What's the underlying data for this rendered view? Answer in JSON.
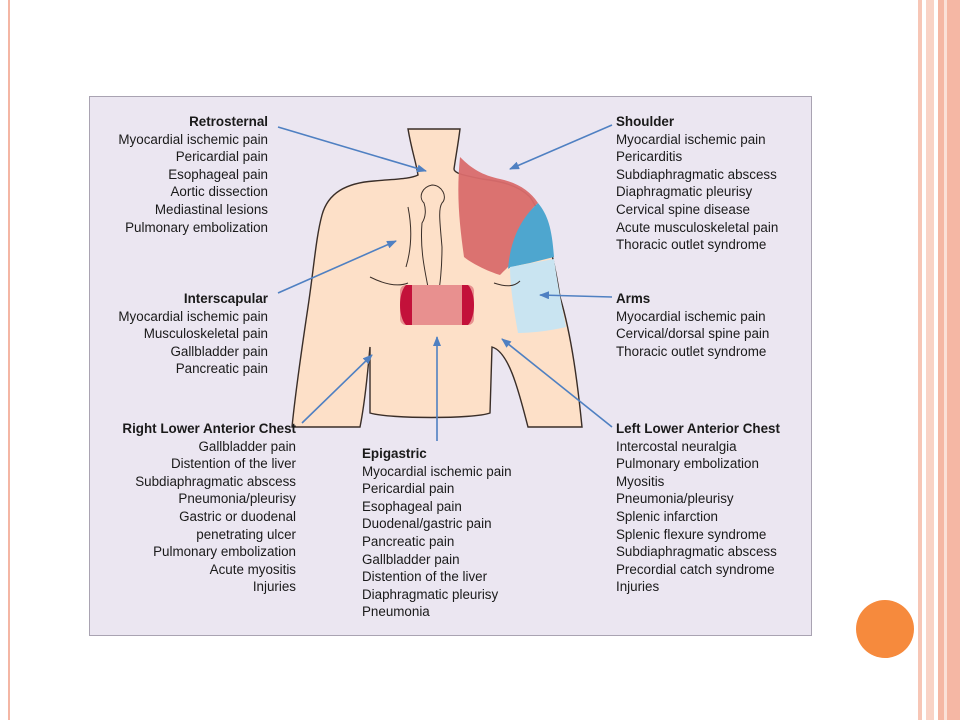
{
  "diagram": {
    "retrosternal": {
      "title": "Retrosternal",
      "items": [
        "Myocardial ischemic pain",
        "Pericardial pain",
        "Esophageal pain",
        "Aortic dissection",
        "Mediastinal lesions",
        "Pulmonary embolization"
      ]
    },
    "shoulder": {
      "title": "Shoulder",
      "items": [
        "Myocardial ischemic pain",
        "Pericarditis",
        "Subdiaphragmatic abscess",
        "Diaphragmatic pleurisy",
        "Cervical spine disease",
        "Acute musculoskeletal pain",
        "Thoracic outlet syndrome"
      ]
    },
    "interscapular": {
      "title": "Interscapular",
      "items": [
        "Myocardial ischemic pain",
        "Musculoskeletal pain",
        "Gallbladder pain",
        "Pancreatic pain"
      ]
    },
    "arms": {
      "title": "Arms",
      "items": [
        "Myocardial ischemic pain",
        "Cervical/dorsal spine pain",
        "Thoracic outlet syndrome"
      ]
    },
    "right_lower": {
      "title": "Right Lower Anterior Chest",
      "items": [
        "Gallbladder pain",
        "Distention of the liver",
        "Subdiaphragmatic abscess",
        "Pneumonia/pleurisy",
        "Gastric or duodenal",
        "penetrating ulcer",
        "Pulmonary embolization",
        "Acute myositis",
        "Injuries"
      ]
    },
    "epigastric": {
      "title": "Epigastric",
      "items": [
        "Myocardial ischemic pain",
        "Pericardial pain",
        "Esophageal pain",
        "Duodenal/gastric pain",
        "Pancreatic pain",
        "Gallbladder pain",
        "Distention of the liver",
        "Diaphragmatic pleurisy",
        "Pneumonia"
      ]
    },
    "left_lower": {
      "title": "Left Lower Anterior Chest",
      "items": [
        "Intercostal neuralgia",
        "Pulmonary embolization",
        "Myositis",
        "Pneumonia/pleurisy",
        "Splenic infarction",
        "Splenic flexure syndrome",
        "Subdiaphragmatic abscess",
        "Precordial catch syndrome",
        "Injuries"
      ]
    },
    "colors": {
      "background": "#ebe6f1",
      "skin": "#fde0c8",
      "shoulder_region": "#d96b6b",
      "shoulder_band": "#4ea6cf",
      "arm_region": "#c9e4f1",
      "epigastric_region": "#e8908f",
      "epigastric_edges": "#c3113a",
      "arrows": "#4f80c2"
    }
  }
}
